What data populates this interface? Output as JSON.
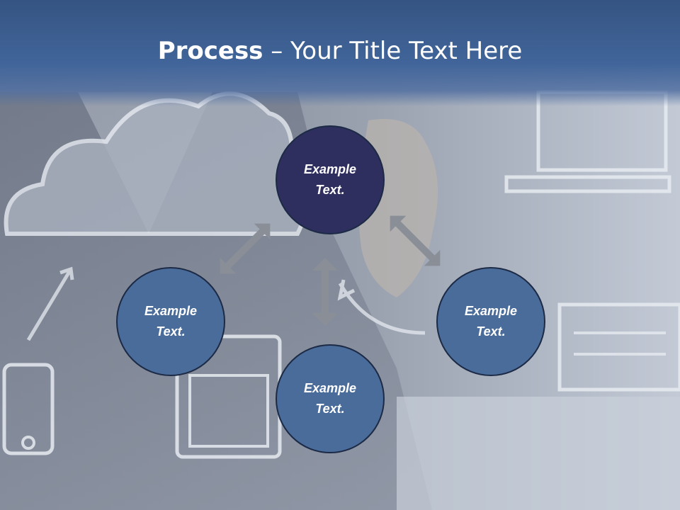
{
  "slide": {
    "title_bold": "Process",
    "title_rest": " – Your Title Text Here"
  },
  "nodes": [
    {
      "id": "top",
      "text": "Example Text."
    },
    {
      "id": "left",
      "text": "Example Text."
    },
    {
      "id": "right",
      "text": "Example Text."
    },
    {
      "id": "bottom",
      "text": "Example Text."
    }
  ],
  "colors": {
    "title_bar": "#41659a",
    "top_node": "#2e2f5e",
    "node": "#4a6c9a",
    "arrow": "#8a8f97"
  }
}
